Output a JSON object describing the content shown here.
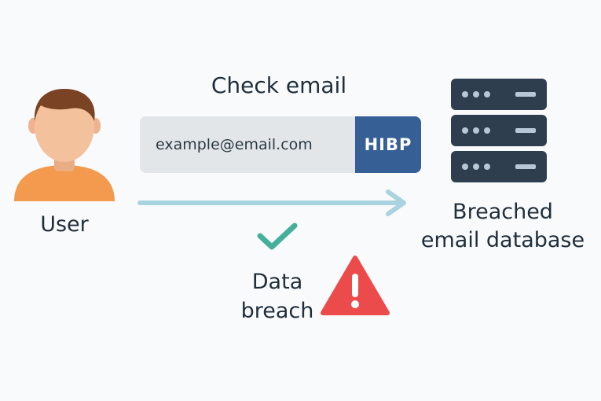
{
  "user": {
    "label": "User"
  },
  "check": {
    "title": "Check email",
    "email_value": "example@email.com",
    "button_label": "HIBP"
  },
  "database": {
    "label_line1": "Breached",
    "label_line2": "email database"
  },
  "breach": {
    "label_line1": "Data",
    "label_line2": "breach"
  },
  "icons": {
    "user": "user-avatar-icon",
    "database": "server-stack-icon",
    "check": "checkmark-icon",
    "warning": "warning-triangle-icon",
    "arrow": "arrow-right-icon"
  },
  "colors": {
    "text": "#1f2e3a",
    "skin": "#f4c19d",
    "hair": "#7a4424",
    "shirt": "#f39a4f",
    "input_bg": "#e3e6e8",
    "button_bg": "#355f95",
    "arrow": "#a9d3df",
    "server": "#2f3e4e",
    "check": "#44b09a",
    "warning": "#ec4b4b"
  }
}
